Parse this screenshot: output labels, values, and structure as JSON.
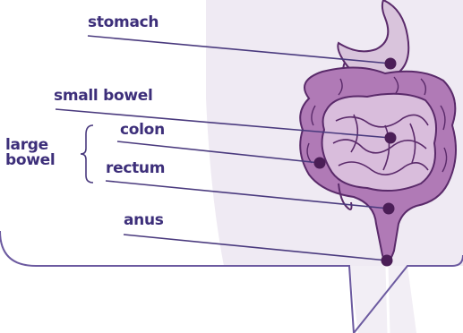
{
  "labels": {
    "stomach": "stomach",
    "small_bowel": "small bowel",
    "colon": "colon",
    "rectum": "rectum",
    "anus": "anus",
    "large_bowel_line1": "large",
    "large_bowel_line2": "bowel"
  },
  "colors": {
    "text": "#3d2f7a",
    "leader_line": "#4a3a7e",
    "body_fill": "#efeaf3",
    "organ_fill": "#c9a6cd",
    "organ_dark": "#a774ad",
    "organ_outline": "#5a2a6a",
    "marker": "#4b1e57",
    "frame": "#6c5aa0"
  }
}
